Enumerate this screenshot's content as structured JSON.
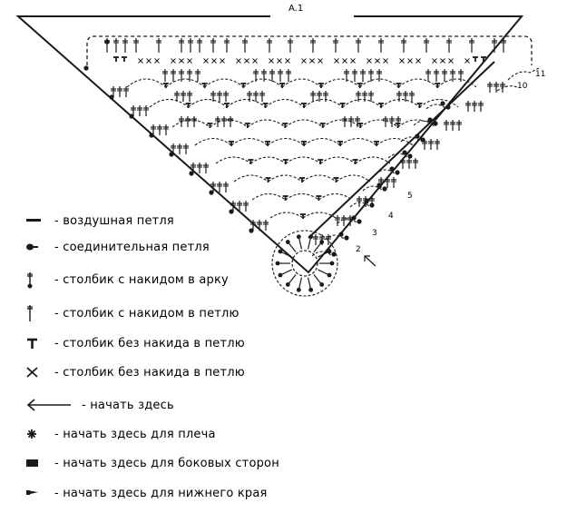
{
  "title": "A.1",
  "row_numbers": [
    "2",
    "3",
    "4",
    "5",
    "10",
    "11"
  ],
  "legend": [
    {
      "icon": "chain-stitch-symbol",
      "text": "- воздушная петля"
    },
    {
      "icon": "slip-stitch-symbol",
      "text": "- соединительная петля"
    },
    {
      "icon": "dc-in-arch-symbol",
      "text": "- столбик с накидом в арку"
    },
    {
      "icon": "dc-in-stitch-symbol",
      "text": "- столбик с накидом в петлю"
    },
    {
      "icon": "sc-in-stitch-t-symbol",
      "text": "- столбик без накида в петлю"
    },
    {
      "icon": "sc-in-stitch-x-symbol",
      "text": "- столбик без накида в петлю"
    },
    {
      "icon": "arrow-left-icon",
      "text": "- начать здесь"
    },
    {
      "icon": "star-icon",
      "text": "- начать здесь для плеча"
    },
    {
      "icon": "black-square-icon",
      "text": "- начать здесь для боковых сторон"
    },
    {
      "icon": "pennant-icon",
      "text": "- начать здесь для нижнего края"
    }
  ],
  "colors": {
    "ink": "#1a1a1a",
    "background": "#ffffff"
  }
}
